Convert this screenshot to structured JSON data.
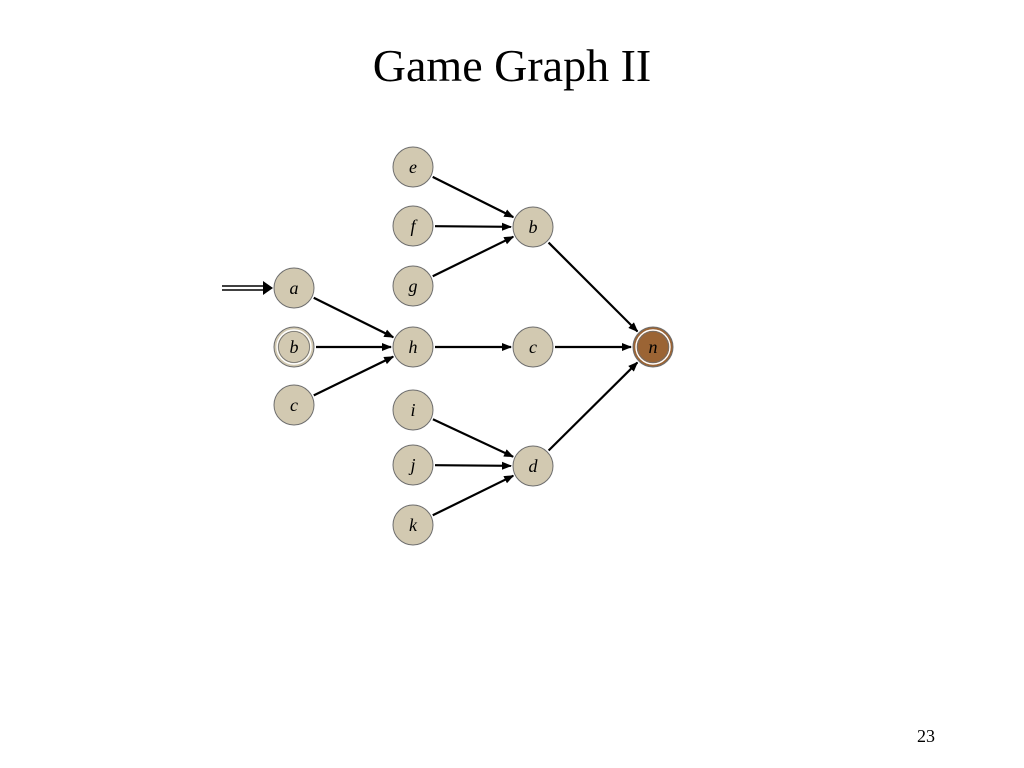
{
  "slide": {
    "title": "Game Graph II",
    "page_number": "23"
  },
  "colors": {
    "node_fill": "#d2c9b1",
    "final_node_fill": "#9b6434",
    "stroke": "#000000",
    "node_border": "#6e6e6e"
  },
  "graph": {
    "nodes": [
      {
        "id": "e",
        "label": "e",
        "kind": "normal"
      },
      {
        "id": "f",
        "label": "f",
        "kind": "normal"
      },
      {
        "id": "g",
        "label": "g",
        "kind": "normal"
      },
      {
        "id": "b_top",
        "label": "b",
        "kind": "normal"
      },
      {
        "id": "a",
        "label": "a",
        "kind": "initial"
      },
      {
        "id": "b_left",
        "label": "b",
        "kind": "double"
      },
      {
        "id": "c_left",
        "label": "c",
        "kind": "normal"
      },
      {
        "id": "h",
        "label": "h",
        "kind": "normal"
      },
      {
        "id": "c_mid",
        "label": "c",
        "kind": "normal"
      },
      {
        "id": "n",
        "label": "n",
        "kind": "final"
      },
      {
        "id": "i",
        "label": "i",
        "kind": "normal"
      },
      {
        "id": "j",
        "label": "j",
        "kind": "normal"
      },
      {
        "id": "k",
        "label": "k",
        "kind": "normal"
      },
      {
        "id": "d",
        "label": "d",
        "kind": "normal"
      }
    ],
    "edges": [
      {
        "from": "e",
        "to": "b_top"
      },
      {
        "from": "f",
        "to": "b_top"
      },
      {
        "from": "g",
        "to": "b_top"
      },
      {
        "from": "b_top",
        "to": "n"
      },
      {
        "from": "a",
        "to": "h"
      },
      {
        "from": "b_left",
        "to": "h"
      },
      {
        "from": "c_left",
        "to": "h"
      },
      {
        "from": "h",
        "to": "c_mid"
      },
      {
        "from": "c_mid",
        "to": "n"
      },
      {
        "from": "i",
        "to": "d"
      },
      {
        "from": "j",
        "to": "d"
      },
      {
        "from": "k",
        "to": "d"
      },
      {
        "from": "d",
        "to": "n"
      }
    ],
    "initial_arrow_to": "a"
  }
}
